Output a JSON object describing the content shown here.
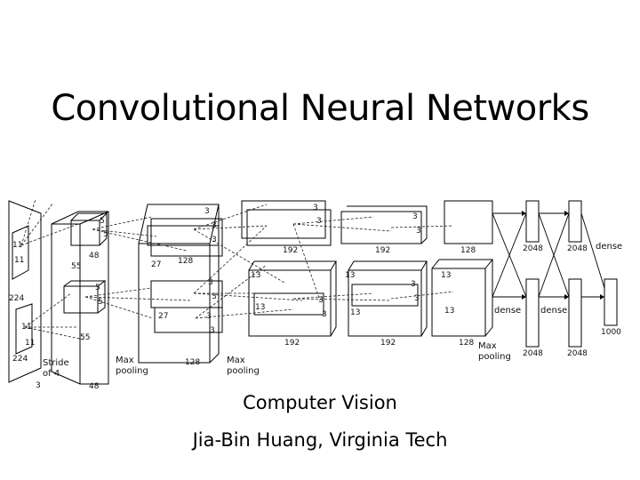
{
  "slide": {
    "title": "Convolutional Neural Networks",
    "subtitle": "Computer Vision",
    "author": "Jia-Bin Huang, Virginia Tech"
  },
  "diagram": {
    "labels": {
      "in_11a": "11",
      "in_11b": "11",
      "in_224a": "224",
      "in_11c": "11",
      "in_11d": "11",
      "in_224b": "224",
      "stride": "Stride",
      "of4": "of 4",
      "in_3": "3",
      "c1_55a": "55",
      "c1_55b": "55",
      "c1_48top": "48",
      "c1_48bot": "48",
      "c1_5a": "5",
      "c1_5b": "5",
      "c1_5c": "5",
      "c1_5d": "5",
      "pool1": "Max",
      "pool1b": "pooling",
      "c2_27a": "27",
      "c2_27b": "27",
      "c2_128a": "128",
      "c2_128b": "128",
      "c2_3a": "3",
      "c2_3b": "3",
      "c2_3c": "3",
      "c2_3d": "3",
      "c2_3e": "3",
      "c2_3f": "3",
      "c2_3g": "3",
      "pool2": "Max",
      "pool2b": "pooling",
      "c3_13a": "13",
      "c3_13b": "13",
      "c3_192a": "192",
      "c3_192b": "192",
      "c3_3a": "3",
      "c3_3b": "3",
      "c3_3c": "3",
      "c3_3d": "3",
      "c4_13a": "13",
      "c4_13b": "13",
      "c4_192a": "192",
      "c4_192b": "192",
      "c4_3a": "3",
      "c4_3b": "3",
      "c4_3c": "3",
      "c4_3d": "3",
      "c5_13a": "13",
      "c5_13b": "13",
      "c5_128a": "128",
      "c5_128b": "128",
      "pool3": "Max",
      "pool3b": "pooling",
      "fc_2048a": "2048",
      "fc_2048b": "2048",
      "fc_2048c": "2048",
      "fc_2048d": "2048",
      "dense1": "dense",
      "dense2": "dense",
      "dense3": "dense",
      "out_1000": "1000"
    }
  }
}
